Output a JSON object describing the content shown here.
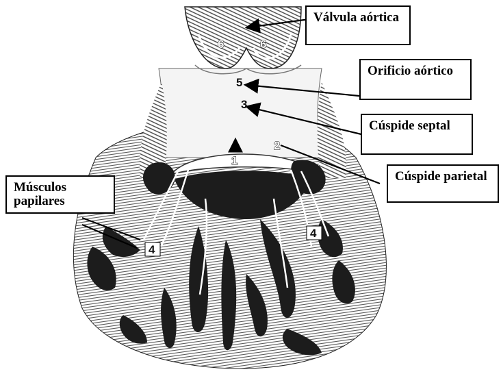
{
  "labels": {
    "aortic_valve": "Válvula aórtica",
    "aortic_orifice": "Orificio aórtico",
    "septal_cusp": "Cúspide septal",
    "parietal_cusp": "Cúspide parietal",
    "papillary_muscles": "Músculos papilares"
  },
  "numbers": {
    "n6a": "6",
    "n6b": "6",
    "n5": "5",
    "n3": "3",
    "n2": "2",
    "n1": "1",
    "n4a": "4",
    "n4b": "4"
  },
  "colors": {
    "ink": "#000000",
    "paper": "#ffffff",
    "tissue": "#2a2a2a"
  }
}
